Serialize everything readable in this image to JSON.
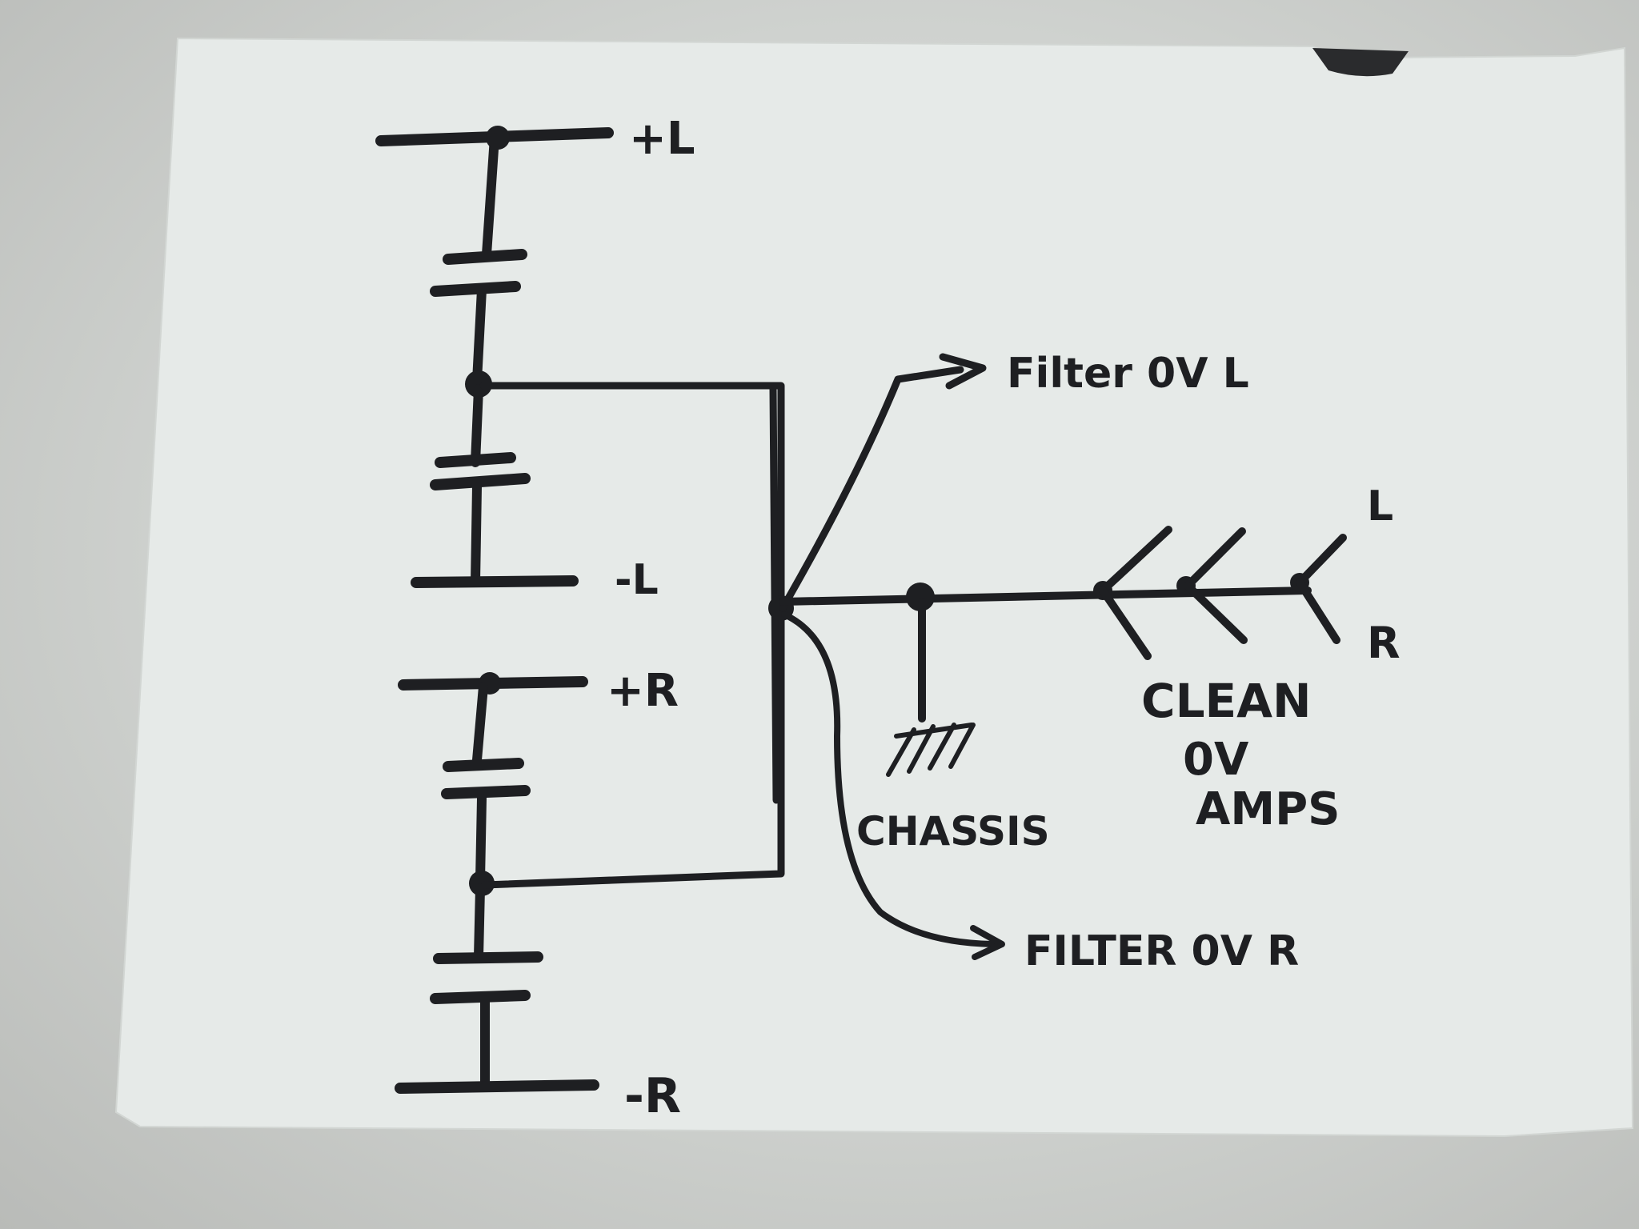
{
  "labels": {
    "plus_l": "+L",
    "minus_l": "-L",
    "plus_r": "+R",
    "minus_r": "-R",
    "filter_l": "Filter 0V L",
    "filter_r": "FILTER 0V R",
    "chassis": "CHASSIS",
    "clean_line1": "CLEAN",
    "clean_line2": "0V",
    "clean_line3": "AMPS",
    "amp_l": "L",
    "amp_r": "R"
  },
  "colors": {
    "ink": "#1e1f22",
    "paper": "#e6eae8",
    "background": "#c9cbc8"
  }
}
